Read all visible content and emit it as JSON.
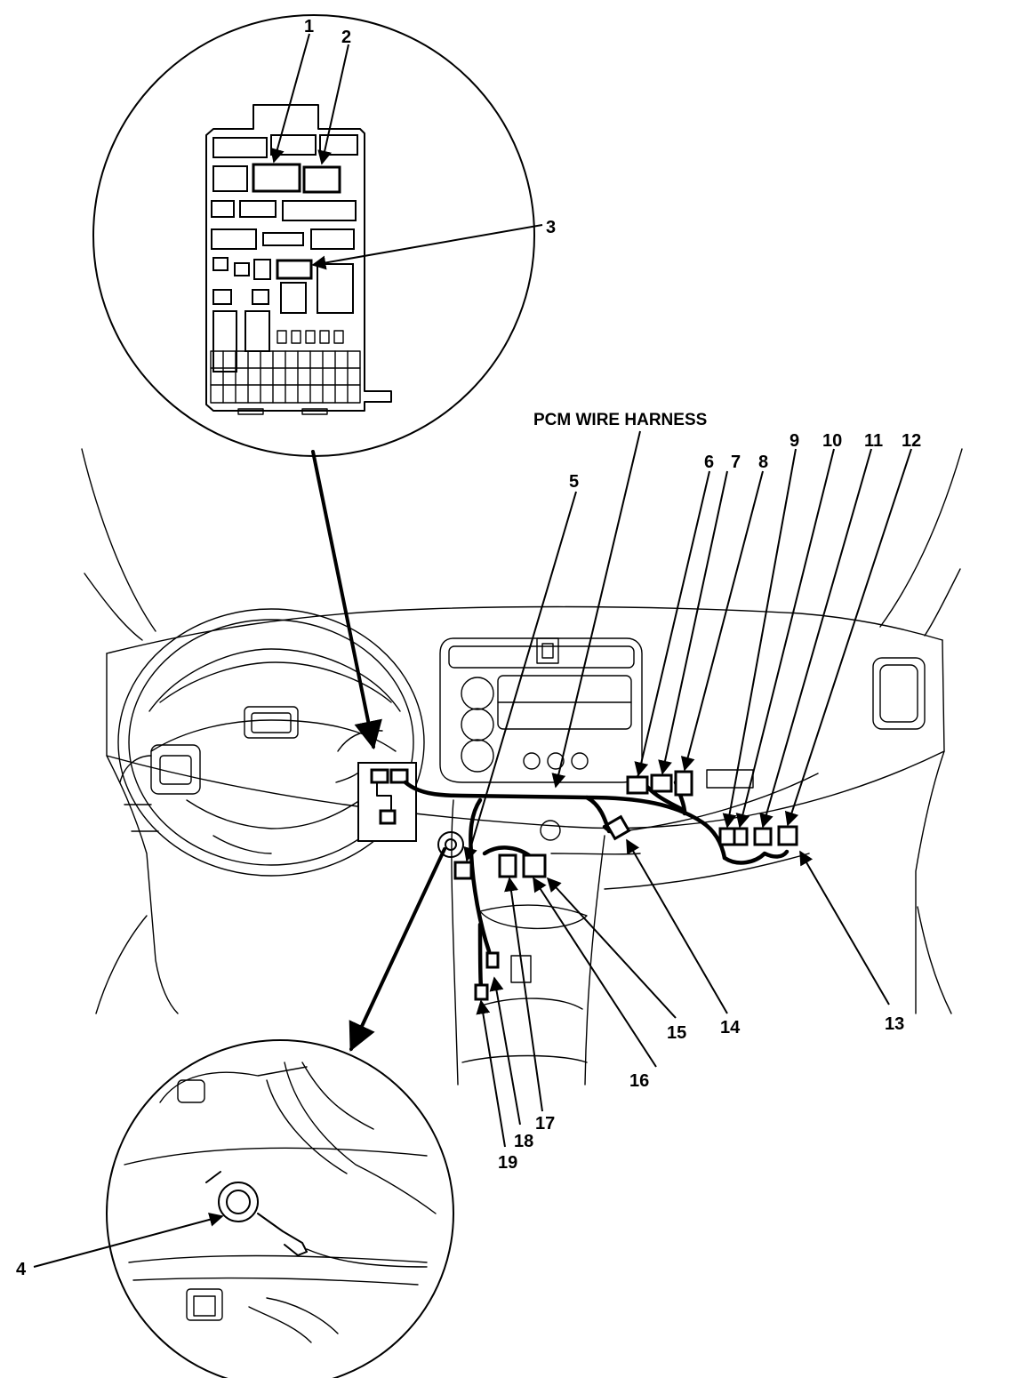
{
  "diagram": {
    "harness_label": "PCM WIRE HARNESS",
    "callouts": [
      "1",
      "2",
      "3",
      "4",
      "5",
      "6",
      "7",
      "8",
      "9",
      "10",
      "11",
      "12",
      "13",
      "14",
      "15",
      "16",
      "17",
      "18",
      "19"
    ]
  }
}
